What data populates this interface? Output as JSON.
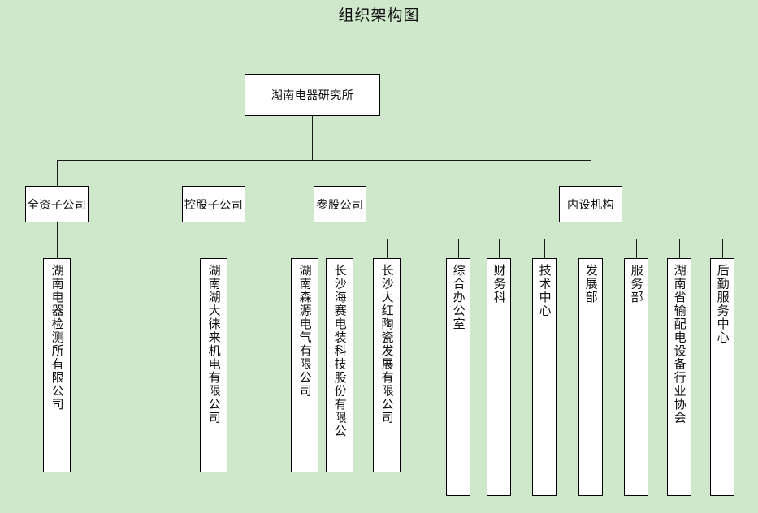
{
  "title": "组织架构图",
  "background_color": "#cfe7ca",
  "node_fill": "#ffffff",
  "node_border": "#000000",
  "line_color": "#1b1b1b",
  "root": {
    "label": "湖南电器研究所"
  },
  "level2": [
    {
      "id": "wholly-owned",
      "label": "全资子公司"
    },
    {
      "id": "holding",
      "label": "控股子公司"
    },
    {
      "id": "equity",
      "label": "参股公司"
    },
    {
      "id": "internal",
      "label": "内设机构"
    }
  ],
  "wholly_owned_children": [
    {
      "label": "湖南电器检测所有限公司"
    }
  ],
  "holding_children": [
    {
      "label": "湖南湖大徕来机电有限公司"
    }
  ],
  "equity_children": [
    {
      "label": "湖南森源电气有限公司"
    },
    {
      "label": "长沙海赛电装科技股份有限公"
    },
    {
      "label": "长沙大红陶瓷发展有限公司"
    }
  ],
  "internal_children": [
    {
      "label": "综合办公室"
    },
    {
      "label": "财务科"
    },
    {
      "label": "技术中心"
    },
    {
      "label": "发展部"
    },
    {
      "label": "服务部"
    },
    {
      "label": "湖南省输配电设备行业协会"
    },
    {
      "label": "后勤服务中心"
    }
  ]
}
